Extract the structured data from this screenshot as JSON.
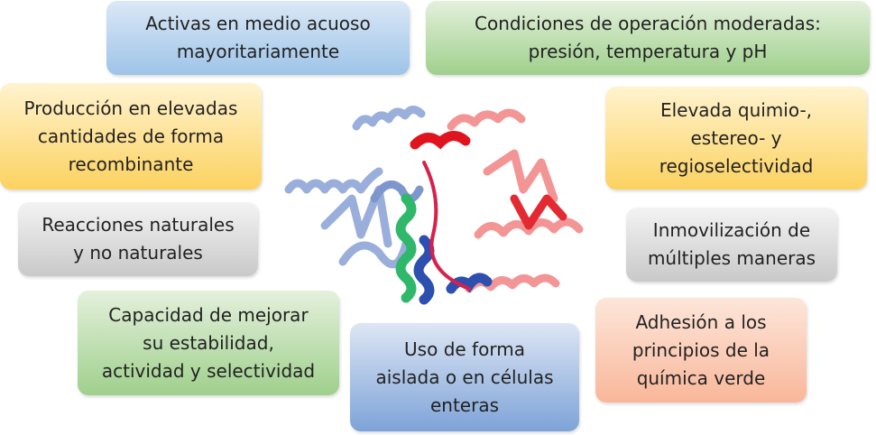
{
  "boxes": {
    "b1": "Activas en medio acuoso\nmayoritariamente",
    "b2": "Condiciones de operación moderadas:\npresión, temperatura y pH",
    "b3": "Producción en elevadas\ncantidades de forma\nrecombinante",
    "b4": "Elevada quimio-,\nestereo- y\nregioselectividad",
    "b5": "Reacciones naturales\ny no naturales",
    "b6": "Inmovilización de\nmúltiples maneras",
    "b7": "Capacidad de mejorar\nsu estabilidad,\nactividad y selectividad",
    "b8": "Adhesión a los\nprincipios de la\nquímica verde",
    "b9": "Uso de forma\naislada o en células\nenteras"
  },
  "colors": {
    "protein_left": "#8fa6d6",
    "protein_right": "#f28a8a",
    "helix_green": "#2fb86a",
    "helix_blue": "#2d4fb0",
    "accent_red": "#e0141e",
    "accent_magenta": "#d8204a"
  }
}
